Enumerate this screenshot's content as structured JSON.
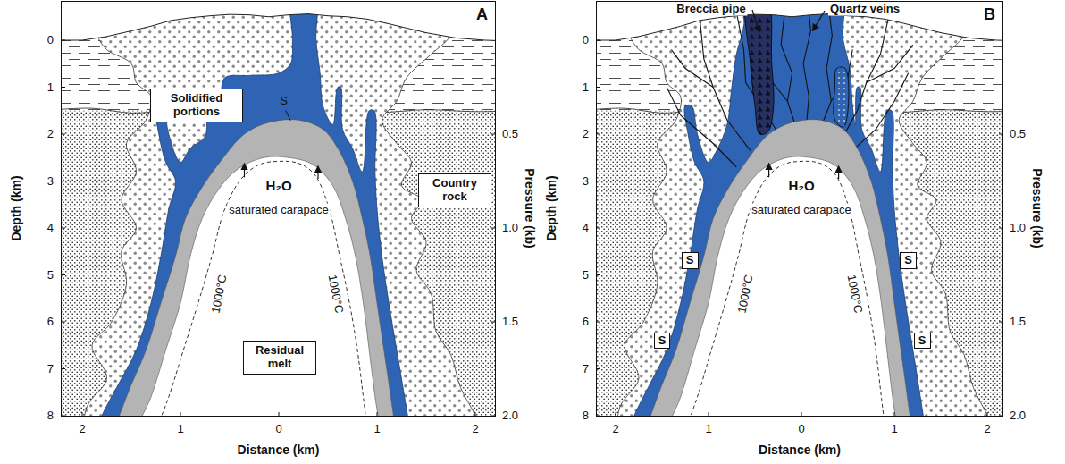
{
  "diagram": {
    "nodes": [
      {
        "text": [
          "A"
        ]
      },
      {
        "text": [
          "Solidified portions"
        ],
        "in": 0
      },
      {
        "text": [
          "Country rock"
        ],
        "in": 0
      },
      {
        "text": [
          "Residual melt"
        ],
        "in": 0
      },
      {
        "text": [
          "B"
        ]
      },
      {
        "text": [
          "S"
        ],
        "in": 4
      },
      {
        "text": [
          "S"
        ],
        "in": 4
      },
      {
        "text": [
          "S"
        ],
        "in": 4
      },
      {
        "text": [
          "S"
        ],
        "in": 4
      }
    ],
    "labels": [
      "0",
      "1",
      "2",
      "3",
      "4",
      "5",
      "6",
      "7",
      "8",
      "Depth (km)",
      "0.5",
      "1.0",
      "1.5",
      "2.0",
      "Pressure (kb)",
      "2",
      "1",
      "0",
      "1",
      "2",
      "Distance (km)",
      "S",
      "H₂O",
      "saturated carapace",
      "1000°C",
      "1000°C",
      "Breccia pipe",
      "Quartz veins",
      "0",
      "1",
      "2",
      "3",
      "4",
      "5",
      "6",
      "7",
      "8",
      "Depth (km)",
      "0.5",
      "1.0",
      "1.5",
      "2.0",
      "Pressure (kb)",
      "2",
      "1",
      "0",
      "1",
      "2",
      "Distance (km)",
      "H₂O",
      "saturated carapace",
      "1000°C",
      "1000°C"
    ]
  }
}
